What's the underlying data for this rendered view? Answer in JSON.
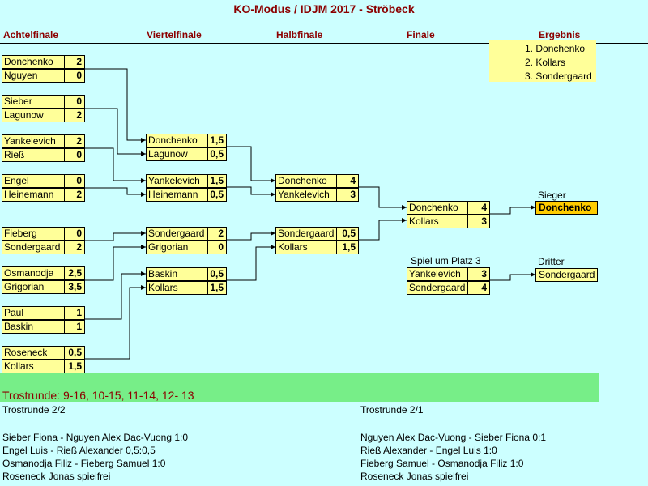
{
  "title": "KO-Modus / IDJM 2017 - Ströbeck",
  "headers": {
    "r16": "Achtelfinale",
    "qf": "Viertelfinale",
    "sf": "Halbfinale",
    "final": "Finale",
    "result": "Ergebnis"
  },
  "results": [
    {
      "rank": "1.",
      "name": "Donchenko"
    },
    {
      "rank": "2.",
      "name": "Kollars"
    },
    {
      "rank": "3.",
      "name": "Sondergaard"
    }
  ],
  "r16": [
    {
      "name": "Donchenko",
      "score": "2"
    },
    {
      "name": "Nguyen",
      "score": "0"
    },
    {
      "name": "Sieber",
      "score": "0"
    },
    {
      "name": "Lagunow",
      "score": "2"
    },
    {
      "name": "Yankelevich",
      "score": "2"
    },
    {
      "name": "Rieß",
      "score": "0"
    },
    {
      "name": "Engel",
      "score": "0"
    },
    {
      "name": "Heinemann",
      "score": "2"
    },
    {
      "name": "Fieberg",
      "score": "0"
    },
    {
      "name": "Sondergaard",
      "score": "2"
    },
    {
      "name": "Osmanodja",
      "score": "2,5"
    },
    {
      "name": "Grigorian",
      "score": "3,5"
    },
    {
      "name": "Paul",
      "score": "1"
    },
    {
      "name": "Baskin",
      "score": "1"
    },
    {
      "name": "Roseneck",
      "score": "0,5"
    },
    {
      "name": "Kollars",
      "score": "1,5"
    }
  ],
  "qf": [
    {
      "name": "Donchenko",
      "score": "1,5"
    },
    {
      "name": "Lagunow",
      "score": "0,5"
    },
    {
      "name": "Yankelevich",
      "score": "1,5"
    },
    {
      "name": "Heinemann",
      "score": "0,5"
    },
    {
      "name": "Sondergaard",
      "score": "2"
    },
    {
      "name": "Grigorian",
      "score": "0"
    },
    {
      "name": "Baskin",
      "score": "0,5"
    },
    {
      "name": "Kollars",
      "score": "1,5"
    }
  ],
  "sf": [
    {
      "name": "Donchenko",
      "score": "4"
    },
    {
      "name": "Yankelevich",
      "score": "3"
    },
    {
      "name": "Sondergaard",
      "score": "0,5"
    },
    {
      "name": "Kollars",
      "score": "1,5"
    }
  ],
  "final": [
    {
      "name": "Donchenko",
      "score": "4"
    },
    {
      "name": "Kollars",
      "score": "3"
    }
  ],
  "third_place": {
    "label": "Spiel um Platz 3",
    "players": [
      {
        "name": "Yankelevich",
        "score": "3"
      },
      {
        "name": "Sondergaard",
        "score": "4"
      }
    ]
  },
  "winner": {
    "label": "Sieger",
    "name": "Donchenko"
  },
  "third": {
    "label": "Dritter",
    "name": "Sondergaard"
  },
  "consolation": {
    "banner": "Trostrunde: 9-16, 10-15, 11-14, 12- 13",
    "left_title": "Trostrunde 2/2",
    "left_lines": [
      "Sieber Fiona - Nguyen Alex Dac-Vuong 1:0",
      "Engel Luis - Rieß Alexander 0,5:0,5",
      "Osmanodja Filiz - Fieberg Samuel 1:0",
      "Roseneck Jonas spielfrei"
    ],
    "right_title": "Trostrunde 2/1",
    "right_lines": [
      "Nguyen Alex Dac-Vuong - Sieber Fiona 0:1",
      "Rieß Alexander - Engel Luis 1:0",
      "Fieberg Samuel - Osmanodja Filiz 1:0",
      "Roseneck Jonas spielfrei"
    ]
  }
}
